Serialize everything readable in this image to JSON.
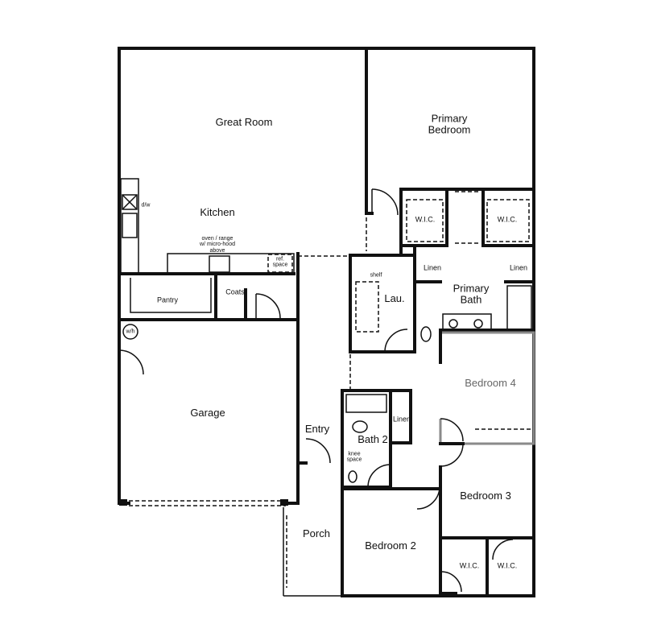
{
  "rooms": {
    "great_room": "Great Room",
    "primary_bedroom": "Primary\nBedroom",
    "kitchen": "Kitchen",
    "pantry": "Pantry",
    "coats": "Coats",
    "garage": "Garage",
    "entry": "Entry",
    "porch": "Porch",
    "laundry": "Lau.",
    "primary_bath": "Primary\nBath",
    "bedroom_4": "Bedroom 4",
    "bath_2": "Bath 2",
    "bedroom_2": "Bedroom 2",
    "bedroom_3": "Bedroom 3",
    "wic_left": "W.I.C.",
    "wic_right": "W.I.C.",
    "wic_bed2": "W.I.C.",
    "wic_bed3": "W.I.C.",
    "linen_left": "Linen",
    "linen_right": "Linen",
    "linen_bath2": "Linen"
  },
  "fixtures": {
    "dishwasher": "d/w",
    "oven": "oven / range\nw/ micro-hood\nabove",
    "ref_space": "ref.\nspace",
    "water_heater": "w/h",
    "shelf": "shelf",
    "knee_space": "knee\nspace"
  },
  "colors": {
    "walls": "#111111",
    "bedroom_4_walls": "#8a8a8a"
  }
}
